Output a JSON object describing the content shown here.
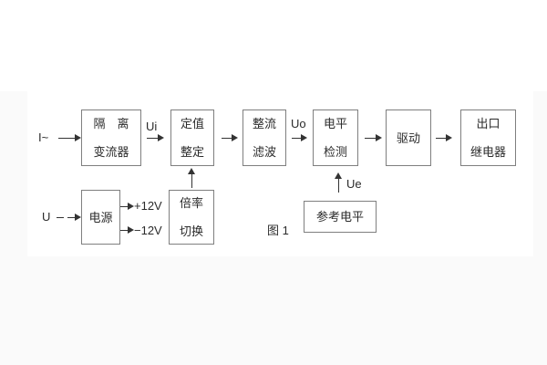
{
  "figure": {
    "caption": "图 1",
    "blocks": [
      {
        "name": "isolation-transformer",
        "line1": "隔　离",
        "line2": "变流器"
      },
      {
        "name": "setpoint-setting",
        "line1": "定值",
        "line2": "整定"
      },
      {
        "name": "rectify-filter",
        "line1": "整流",
        "line2": "滤波"
      },
      {
        "name": "level-detector",
        "line1": "电平",
        "line2": "检测"
      },
      {
        "name": "driver",
        "line1": "驱动"
      },
      {
        "name": "output-relay",
        "line1": "出口",
        "line2": "继电器"
      },
      {
        "name": "power-supply",
        "line1": "电源"
      },
      {
        "name": "ratio-switch",
        "line1": "倍率",
        "line2": "切换"
      },
      {
        "name": "reference-level",
        "line1": "参考电平"
      }
    ],
    "labels": {
      "input_current": "I~",
      "input_voltage": "U",
      "ui": "Ui",
      "uo": "Uo",
      "ue": "Ue",
      "plus_12v": "+12V",
      "minus_12v": "−12V"
    },
    "colors": {
      "line": "#333333",
      "box_border": "#7f7f7f",
      "text": "#2b2b2b",
      "section_bg": "#fafafa",
      "figure_bg": "#ffffff"
    }
  }
}
